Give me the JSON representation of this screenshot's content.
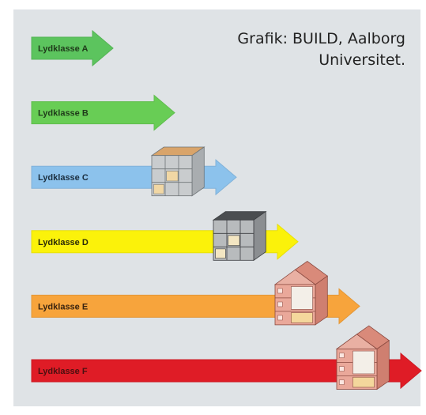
{
  "credit": {
    "line1": "Grafik: BUILD, Aalborg",
    "line2": "Universitet."
  },
  "classes": [
    {
      "label": "Lydklasse A",
      "color": "#5cc45e",
      "text_color": "#1f3a1a",
      "level": 1,
      "building": "none"
    },
    {
      "label": "Lydklasse B",
      "color": "#68cd55",
      "text_color": "#1f3a1a",
      "level": 2,
      "building": "none"
    },
    {
      "label": "Lydklasse C",
      "color": "#8cc2ec",
      "text_color": "#1b2f40",
      "level": 3,
      "building": "light-grey-block"
    },
    {
      "label": "Lydklasse D",
      "color": "#fbf20a",
      "text_color": "#2a2a08",
      "level": 4,
      "building": "grey-block"
    },
    {
      "label": "Lydklasse E",
      "color": "#f7a43c",
      "text_color": "#3a2410",
      "level": 5,
      "building": "red-brick-house"
    },
    {
      "label": "Lydklasse F",
      "color": "#df1c26",
      "text_color": "#4a1010",
      "level": 6,
      "building": "red-brick-house"
    }
  ]
}
